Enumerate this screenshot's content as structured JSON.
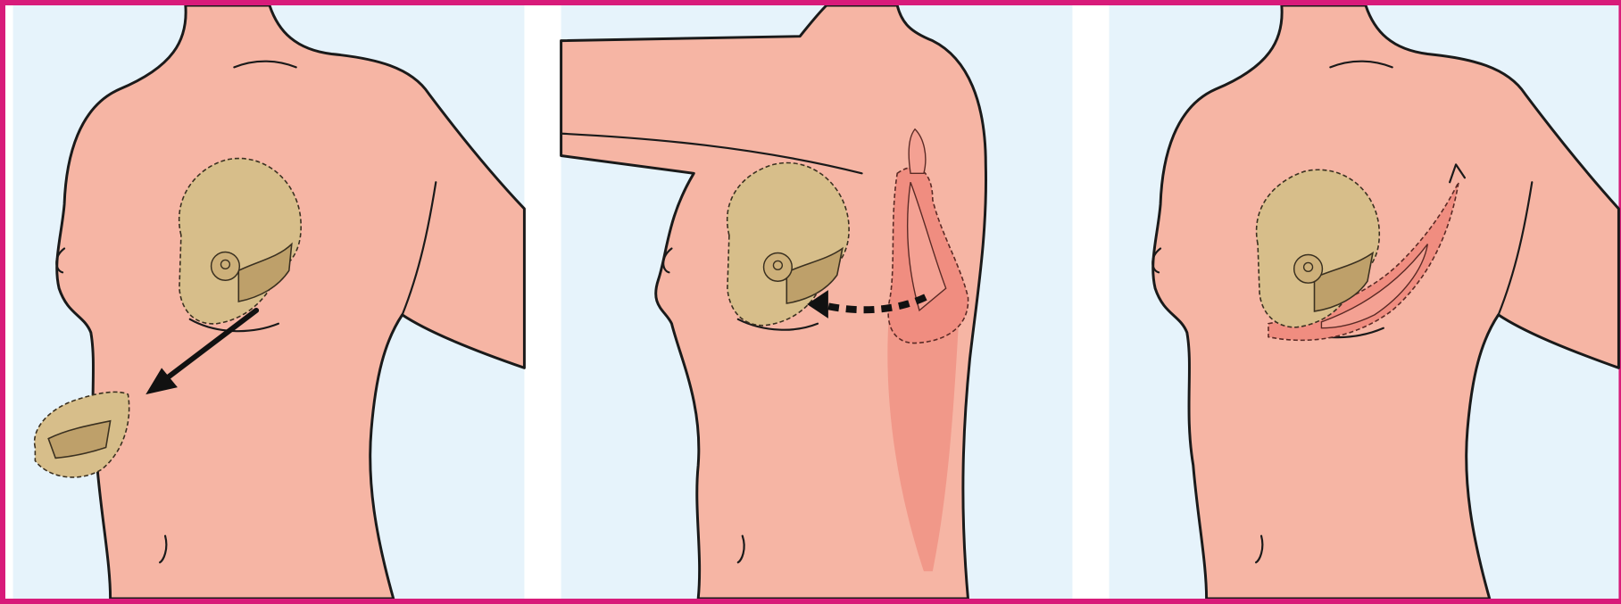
{
  "figure": {
    "panels": [
      {
        "step": "removal",
        "icon": "arrow-out-icon"
      },
      {
        "step": "flap-transfer",
        "icon": "dashed-arrow-icon"
      },
      {
        "step": "reconstruction",
        "icon": "flap-icon"
      }
    ],
    "colors": {
      "border": "#d81b7a",
      "background": "#e6f3fb",
      "skin": "#f6b5a4",
      "breast_tissue": "#d7be8a",
      "muscle": "#f08d80",
      "outline": "#1a1a1a"
    }
  }
}
